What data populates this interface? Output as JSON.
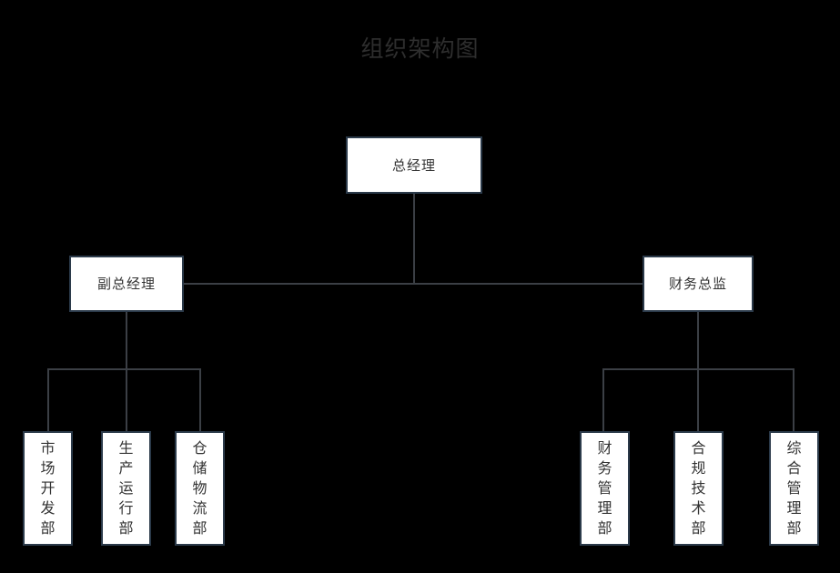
{
  "chart_data": {
    "type": "diagram",
    "diagram_type": "org-chart",
    "title": "组织架构图",
    "orientation": "top-down",
    "colors": {
      "background": "#000000",
      "node_fill": "#ffffff",
      "node_border": "#2b3a4a",
      "connector": "#3b3f45",
      "title_text": "#2e2e2e",
      "node_text": "#333333"
    },
    "nodes": [
      {
        "id": "gm",
        "label": "总经理",
        "level": 1,
        "parent": null
      },
      {
        "id": "dgm",
        "label": "副总经理",
        "level": 2,
        "parent": "gm"
      },
      {
        "id": "cfo",
        "label": "财务总监",
        "level": 2,
        "parent": "gm"
      },
      {
        "id": "mkt",
        "label": "市场开发部",
        "level": 3,
        "parent": "dgm"
      },
      {
        "id": "prod",
        "label": "生产运行部",
        "level": 3,
        "parent": "dgm"
      },
      {
        "id": "wh",
        "label": "仓储物流部",
        "level": 3,
        "parent": "dgm"
      },
      {
        "id": "fin",
        "label": "财务管理部",
        "level": 3,
        "parent": "cfo"
      },
      {
        "id": "comp",
        "label": "合规技术部",
        "level": 3,
        "parent": "cfo"
      },
      {
        "id": "admin",
        "label": "综合管理部",
        "level": 3,
        "parent": "cfo"
      }
    ],
    "edges": [
      {
        "from": "gm",
        "to": "dgm"
      },
      {
        "from": "gm",
        "to": "cfo"
      },
      {
        "from": "dgm",
        "to": "mkt"
      },
      {
        "from": "dgm",
        "to": "prod"
      },
      {
        "from": "dgm",
        "to": "wh"
      },
      {
        "from": "cfo",
        "to": "fin"
      },
      {
        "from": "cfo",
        "to": "comp"
      },
      {
        "from": "cfo",
        "to": "admin"
      }
    ]
  },
  "title": "组织架构图",
  "nodes": {
    "gm": "总经理",
    "dgm": "副总经理",
    "cfo": "财务总监",
    "mkt": "市场开发部",
    "prod": "生产运行部",
    "wh": "仓储物流部",
    "fin": "财务管理部",
    "comp": "合规技术部",
    "admin": "综合管理部"
  }
}
